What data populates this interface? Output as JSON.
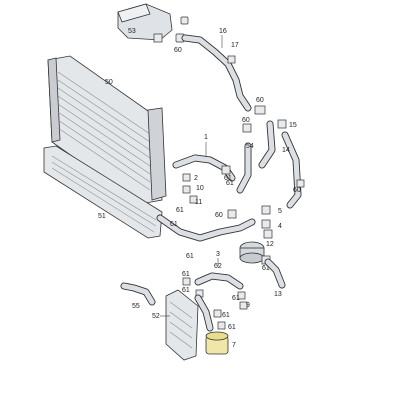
{
  "labels": {
    "l53": "53",
    "l16": "16",
    "l17": "17",
    "l50": "50",
    "l60a": "60",
    "l60b": "60",
    "l60c": "60",
    "l60d": "60",
    "l15": "15",
    "l54": "54",
    "l14": "14",
    "l1": "1",
    "l2": "2",
    "l10": "10",
    "l11": "11",
    "l61a": "61",
    "l61b": "61",
    "l61c": "61",
    "l61d": "61",
    "l61e": "61",
    "l61f": "61",
    "l61g": "61",
    "l61h": "61",
    "l61i": "61",
    "l61j": "61",
    "l61k": "61",
    "l5": "5",
    "l4": "4",
    "l12": "12",
    "l13": "13",
    "l51": "51",
    "l3": "3",
    "l62": "62",
    "l55": "55",
    "l52": "52",
    "l9": "9",
    "l7": "7"
  }
}
